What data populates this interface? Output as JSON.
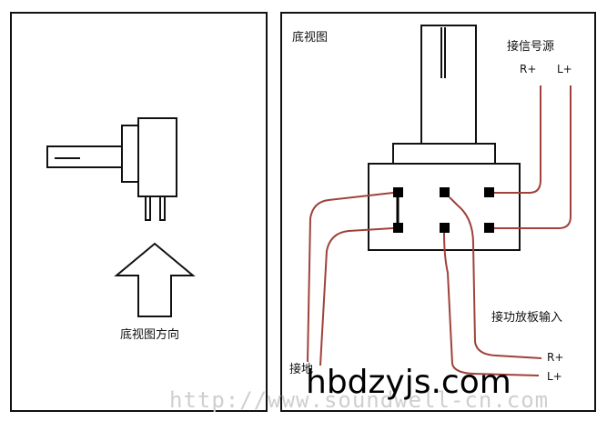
{
  "left_panel": {
    "caption": "底视图方向"
  },
  "right_panel": {
    "title": "底视图",
    "signal_source": {
      "label": "接信号源",
      "r": "R+",
      "l": "L+"
    },
    "amp_input": {
      "label": "接功放板输入",
      "r": "R+",
      "l": "L+"
    },
    "ground": {
      "label": "接地"
    }
  },
  "watermark": {
    "site": "hbdzyjs.com",
    "url": "http://www.soundwell-cn.com"
  },
  "colors": {
    "wire": "#a0413a",
    "line": "#111111",
    "pin": "#000000"
  }
}
